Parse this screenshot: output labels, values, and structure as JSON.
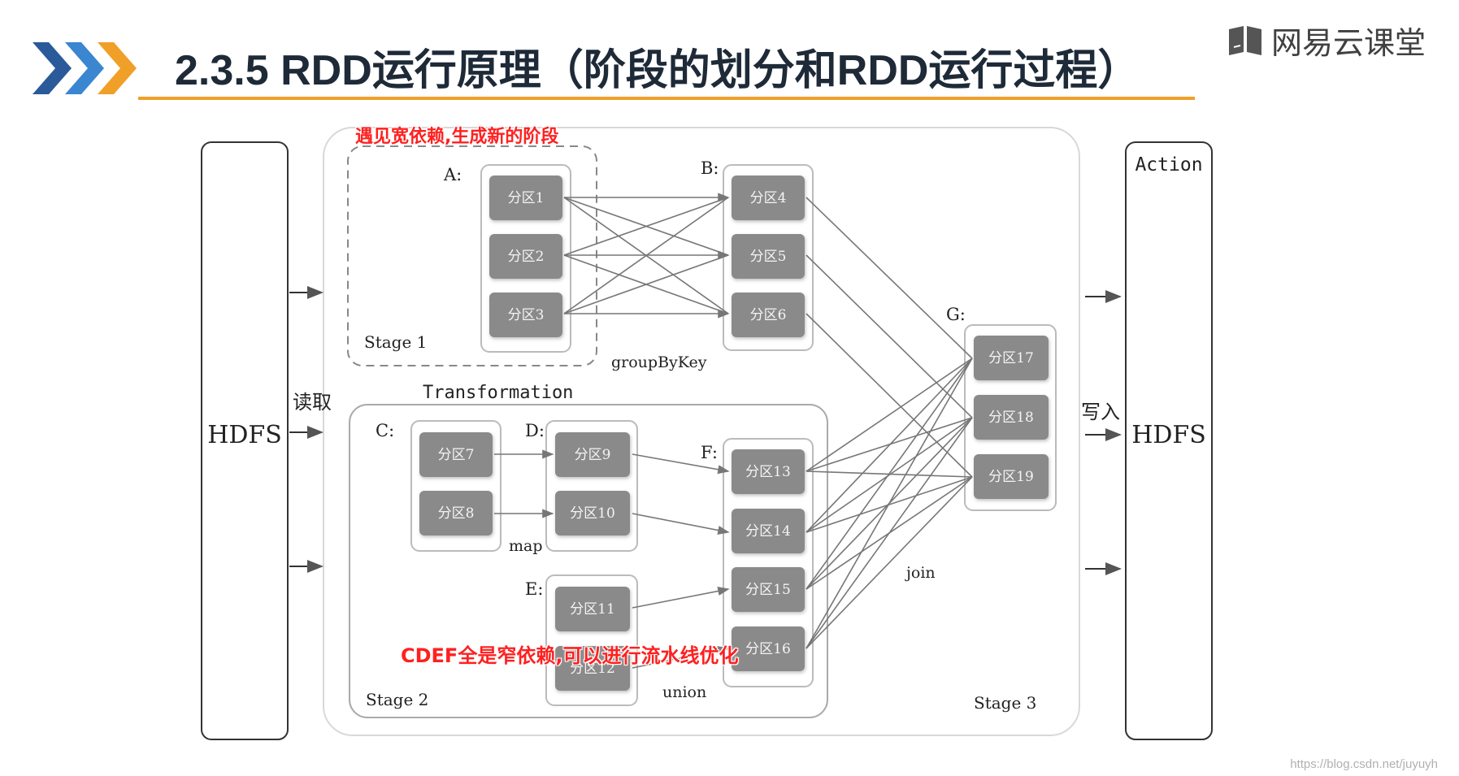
{
  "header": {
    "title": "2.3.5  RDD运行原理（阶段的划分和RDD运行过程）",
    "brand": "网易云课堂",
    "icon": "chevron-arrows-icon",
    "accent": "#f0a028",
    "chevron_colors": [
      "#2a5a9a",
      "#3a86d0",
      "#f0a028"
    ]
  },
  "diagram": {
    "hdfs_left": "HDFS",
    "hdfs_right": "HDFS",
    "action": "Action",
    "read_label": "读取",
    "write_label": "写入",
    "transformation": "Transformation",
    "stage1": "Stage 1",
    "stage2": "Stage 2",
    "stage3": "Stage 3",
    "rdd_labels": {
      "A": "A:",
      "B": "B:",
      "C": "C:",
      "D": "D:",
      "E": "E:",
      "F": "F:",
      "G": "G:"
    },
    "op_labels": {
      "groupByKey": "groupByKey",
      "map": "map",
      "union": "union",
      "join": "join"
    },
    "partitions": {
      "p1": "分区1",
      "p2": "分区2",
      "p3": "分区3",
      "p4": "分区4",
      "p5": "分区5",
      "p6": "分区6",
      "p7": "分区7",
      "p8": "分区8",
      "p9": "分区9",
      "p10": "分区10",
      "p11": "分区11",
      "p12": "分区12",
      "p13": "分区13",
      "p14": "分区14",
      "p15": "分区15",
      "p16": "分区16",
      "p17": "分区17",
      "p18": "分区18",
      "p19": "分区19"
    }
  },
  "annotations": {
    "wide_dependency": "遇见宽依赖,生成新的阶段",
    "narrow_dependency": "CDEF全是窄依赖,可以进行流水线优化",
    "color": "#ff2020"
  },
  "footer": {
    "watermark": "https://blog.csdn.net/juyuyh"
  }
}
